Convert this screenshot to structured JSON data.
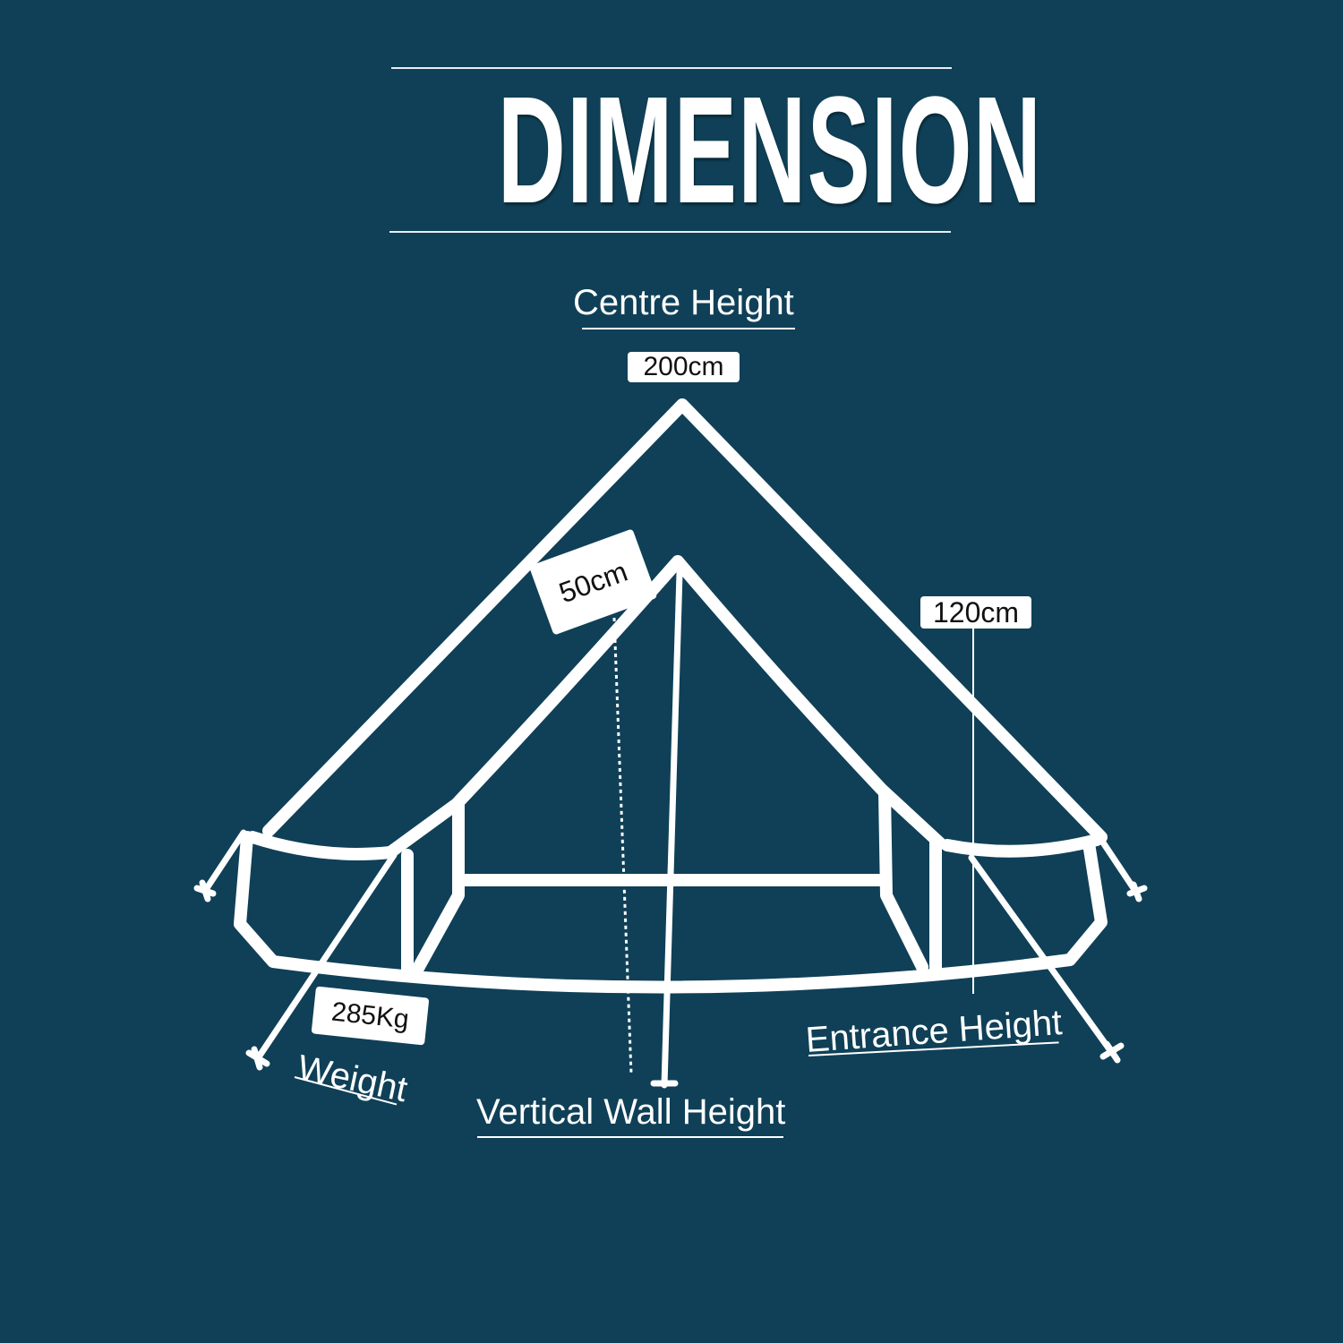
{
  "title": "DIMENSION",
  "labels": {
    "centre_height": "Centre Height",
    "vertical_wall_height": "Vertical Wall Height",
    "entrance_height": "Entrance Height",
    "weight": "Weight"
  },
  "values": {
    "centre_height": "200cm",
    "vertical_wall_height": "50cm",
    "entrance_height": "120cm",
    "weight": "285Kg"
  },
  "colors": {
    "background": "#0f4057",
    "line": "#ffffff"
  }
}
